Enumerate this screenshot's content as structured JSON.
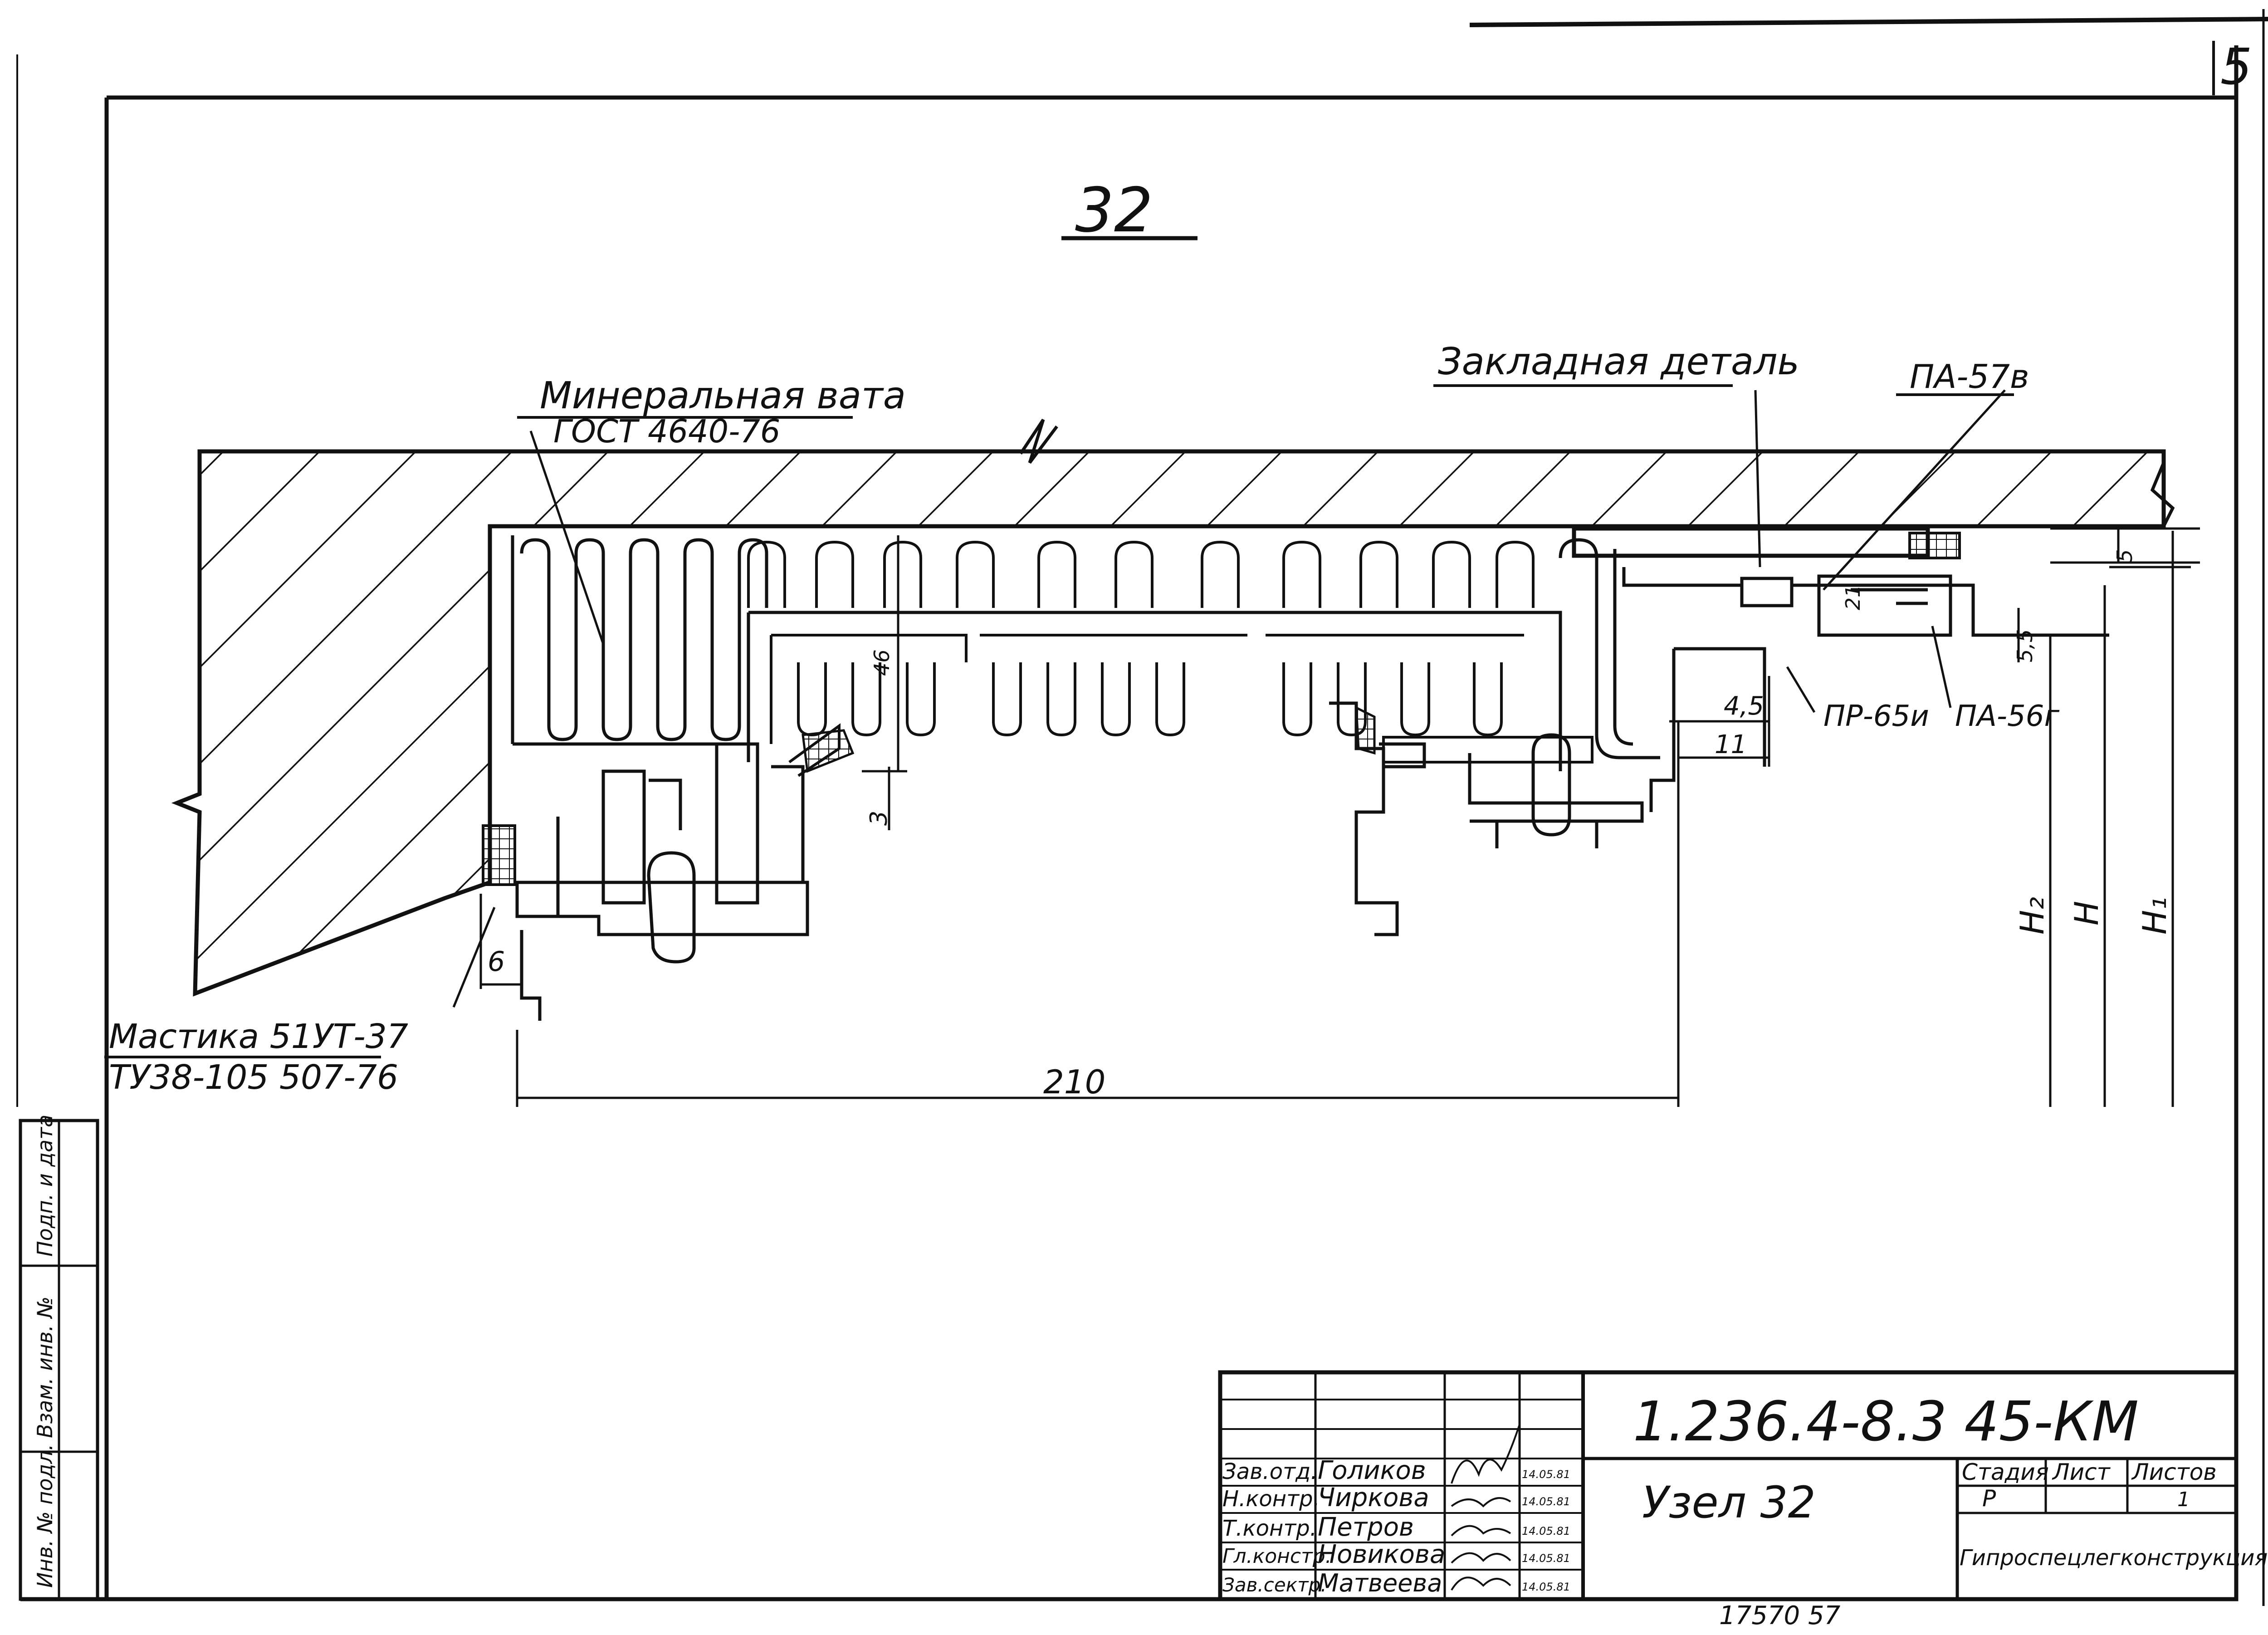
{
  "corner_number": "5",
  "title": "32",
  "labels": {
    "wool_1": "Минеральная вата",
    "wool_2": "ГОСТ 4640-76",
    "embedded_part": "Закладная деталь",
    "pa57": "ПА-57в",
    "pr65": "ПР-65и",
    "pa56": "ПА-56г",
    "mastic_1": "Мастика 51УТ-37",
    "mastic_2": "ТУ38-105 507-76"
  },
  "dimensions": {
    "d46": "46",
    "d3": "3",
    "d6": "6",
    "d210": "210",
    "d45": "4,5",
    "d11": "11",
    "d21": "21",
    "d55": "5,5",
    "d5": "5",
    "h2": "H₂",
    "h": "H",
    "h1": "H₁"
  },
  "side_stamp": [
    "Подп. и дата",
    "Взам. инв. №",
    "Инв. № подл."
  ],
  "title_block": {
    "doc_code": "1.236.4-8.3 45-КМ",
    "sheet_title": "Узел 32",
    "stage_header": "Стадия",
    "sheet_header": "Лист",
    "sheets_header": "Листов",
    "stage": "Р",
    "sheets_total": "1",
    "org": "Гипроспецлегконструкция",
    "rows": [
      {
        "role": "Зав.отд.",
        "name": "Голиков",
        "date": "14.05.81"
      },
      {
        "role": "Н.контр.",
        "name": "Чиркова",
        "date": "14.05.81"
      },
      {
        "role": "Т.контр.",
        "name": "Петров",
        "date": "14.05.81"
      },
      {
        "role": "Гл.констр.",
        "name": "Новикова",
        "date": "14.05.81"
      },
      {
        "role": "Зав.сектр.",
        "name": "Матвеева",
        "date": "14.05.81"
      }
    ],
    "bottom_number": "17570 57"
  }
}
